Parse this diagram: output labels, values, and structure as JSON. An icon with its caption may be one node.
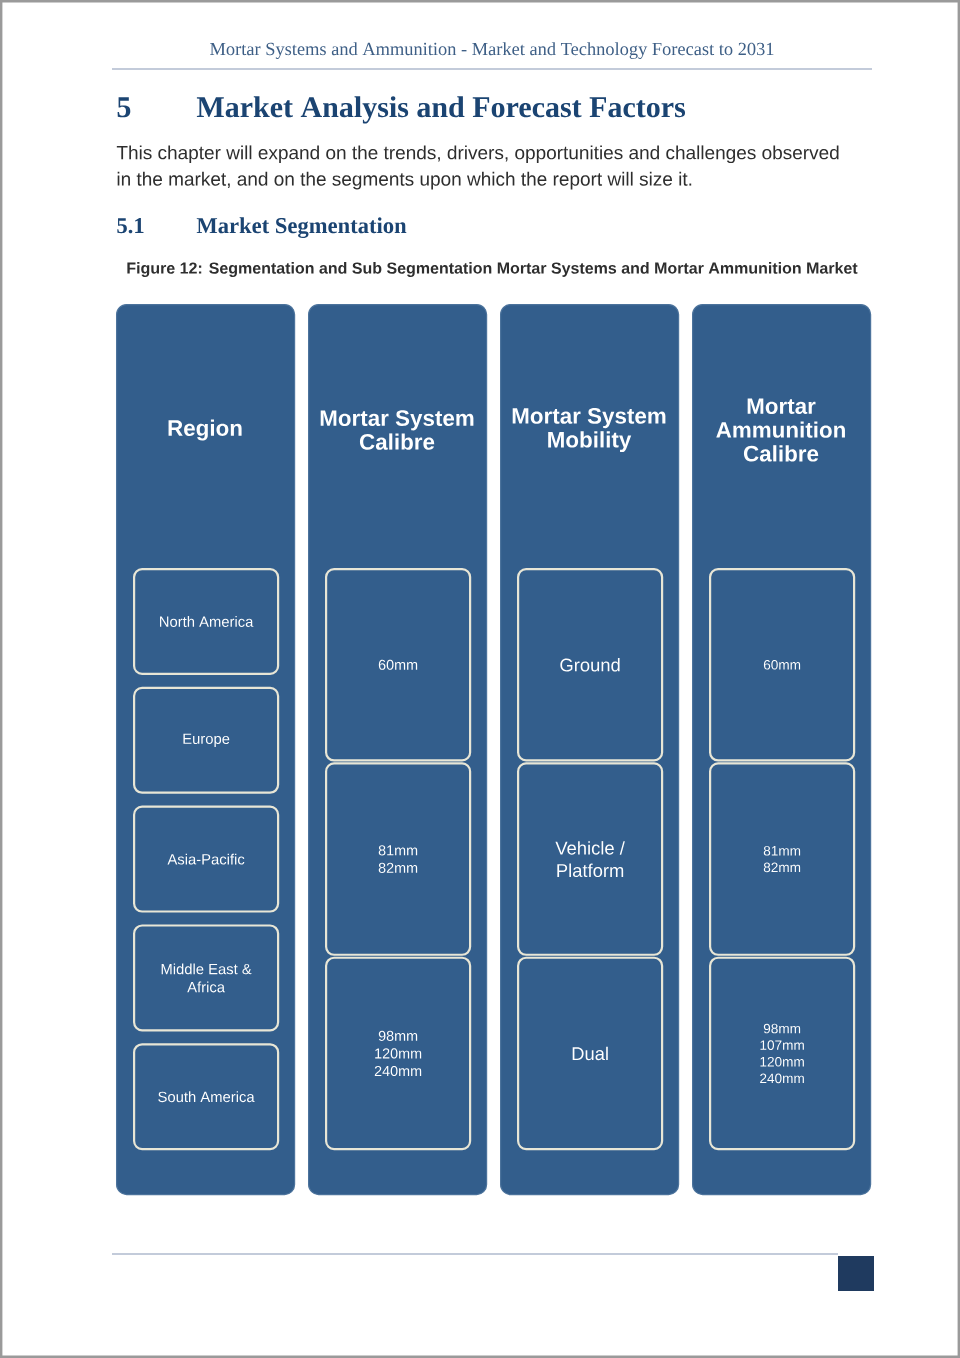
{
  "diagram": {
    "caption": "Figure 12: Segmentation and Sub Segmentation Mortar Systems and Mortar Ammunition Market",
    "nodes": [
      {
        "text": [
          "Region"
        ]
      },
      {
        "text": [
          "North America"
        ],
        "in": 0
      },
      {
        "text": [
          "Europe"
        ],
        "in": 0
      },
      {
        "text": [
          "Asia-Pacific"
        ],
        "in": 0
      },
      {
        "text": [
          "Middle East & Africa"
        ],
        "in": 0
      },
      {
        "text": [
          "South America"
        ],
        "in": 0
      },
      {
        "text": [
          "Mortar System Calibre"
        ]
      },
      {
        "text": [
          "60mm"
        ],
        "in": 6
      },
      {
        "text": [
          "81mm 82mm"
        ],
        "in": 6
      },
      {
        "text": [
          "98mm 120mm 240mm"
        ],
        "in": 6
      },
      {
        "text": [
          "Mortar System Mobility"
        ]
      },
      {
        "text": [
          "Ground"
        ],
        "in": 10
      },
      {
        "text": [
          "Vehicle / Platform"
        ],
        "in": 10
      },
      {
        "text": [
          "Dual"
        ],
        "in": 10
      },
      {
        "text": [
          "Mortar Ammunition Calibre"
        ]
      },
      {
        "text": [
          "60mm"
        ],
        "in": 14
      },
      {
        "text": [
          "81mm 82mm"
        ],
        "in": 14
      },
      {
        "text": [
          "98mm 107mm 120mm 240mm"
        ],
        "in": 14
      }
    ],
    "labels": [
      "Mortar Systems and Ammunition - Market and Technology Forecast to 2031",
      "5",
      "Market Analysis and Forecast Factors",
      "This chapter will expand on the trends, drivers, opportunities and challenges observed in the market, and on the segments upon which the report will size it.",
      "5.1",
      "Market Segmentation"
    ]
  }
}
